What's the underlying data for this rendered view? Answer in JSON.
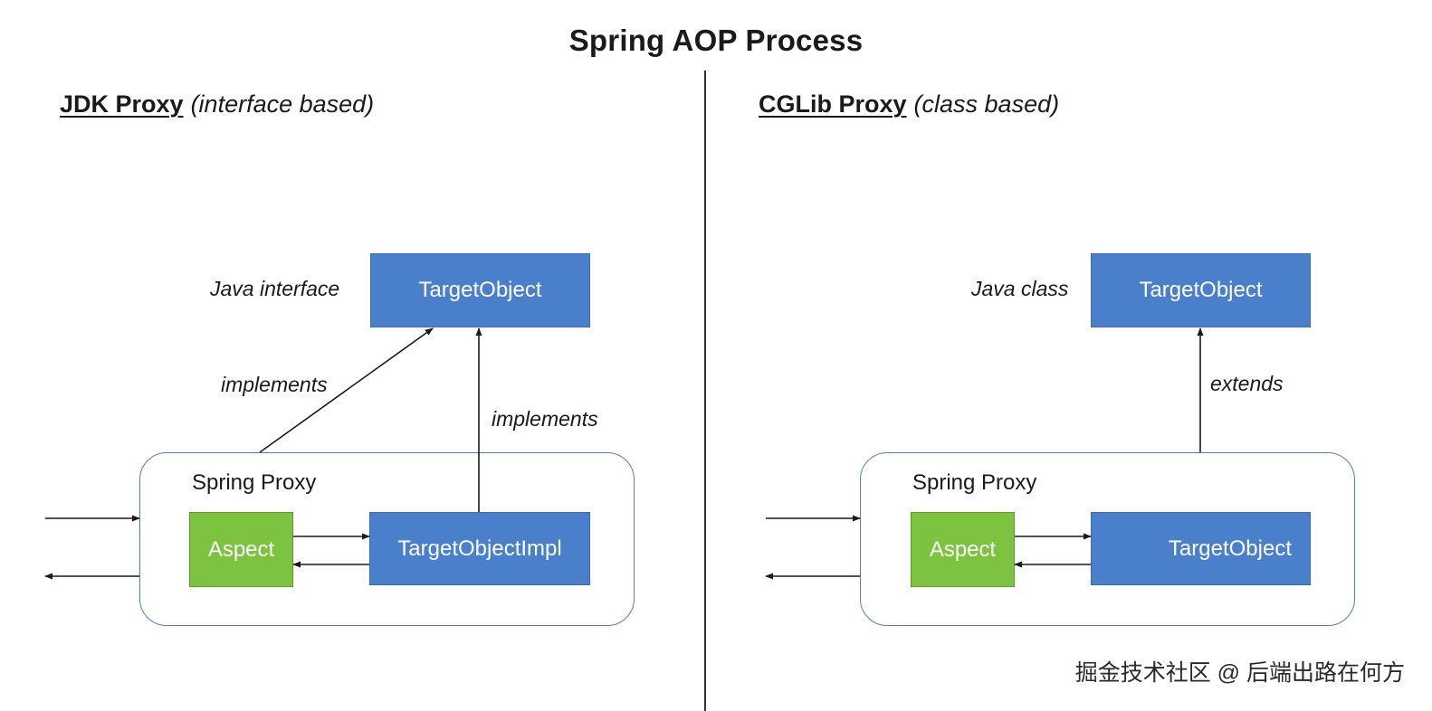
{
  "title": "Spring AOP Process",
  "jdk": {
    "heading_name": "JDK Proxy",
    "heading_note": "(interface based)",
    "target_caption": "Java interface",
    "target_label": "TargetObject",
    "implements_left": "implements",
    "implements_right": "implements",
    "proxy_label": "Spring Proxy",
    "aspect_label": "Aspect",
    "impl_label": "TargetObjectImpl"
  },
  "cglib": {
    "heading_name": "CGLib Proxy",
    "heading_note": "(class based)",
    "target_caption": "Java class",
    "target_label": "TargetObject",
    "extends_label": "extends",
    "proxy_label": "Spring Proxy",
    "aspect_label": "Aspect",
    "inner_target_label": "TargetObject"
  },
  "colors": {
    "blue_box": "#4a80cb",
    "green_box": "#7cc33f",
    "container_border": "#5b7bb4"
  },
  "watermark": "掘金技术社区 @ 后端出路在何方"
}
